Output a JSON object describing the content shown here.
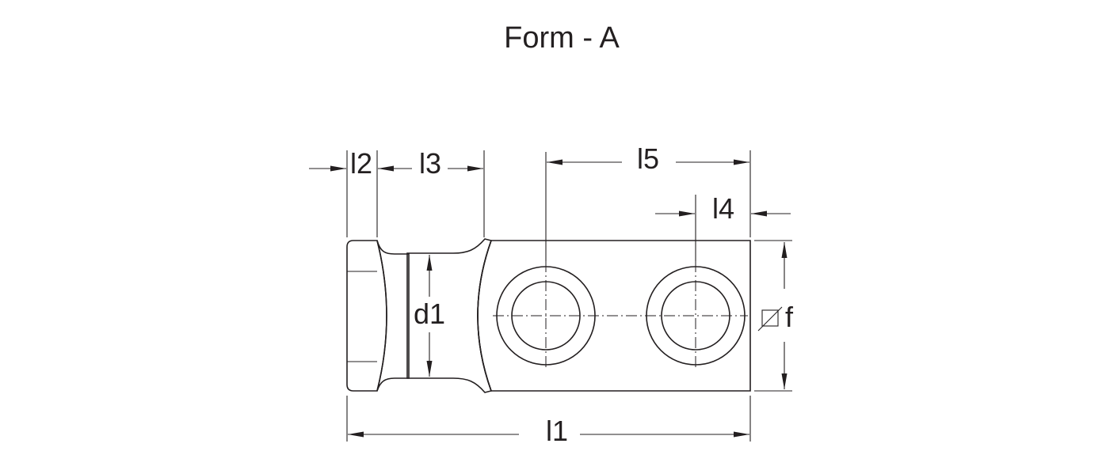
{
  "title": "Form - A",
  "dimensions": {
    "l1": "l1",
    "l2": "l2",
    "l3": "l3",
    "l4": "l4",
    "l5": "l5",
    "d1": "d1",
    "f": "f"
  },
  "colors": {
    "ink": "#231f20",
    "metal_light": "#f5f5f5",
    "metal_dark": "#8d8d8d"
  },
  "icons": {
    "diameter_symbol": "square-with-diagonal"
  }
}
